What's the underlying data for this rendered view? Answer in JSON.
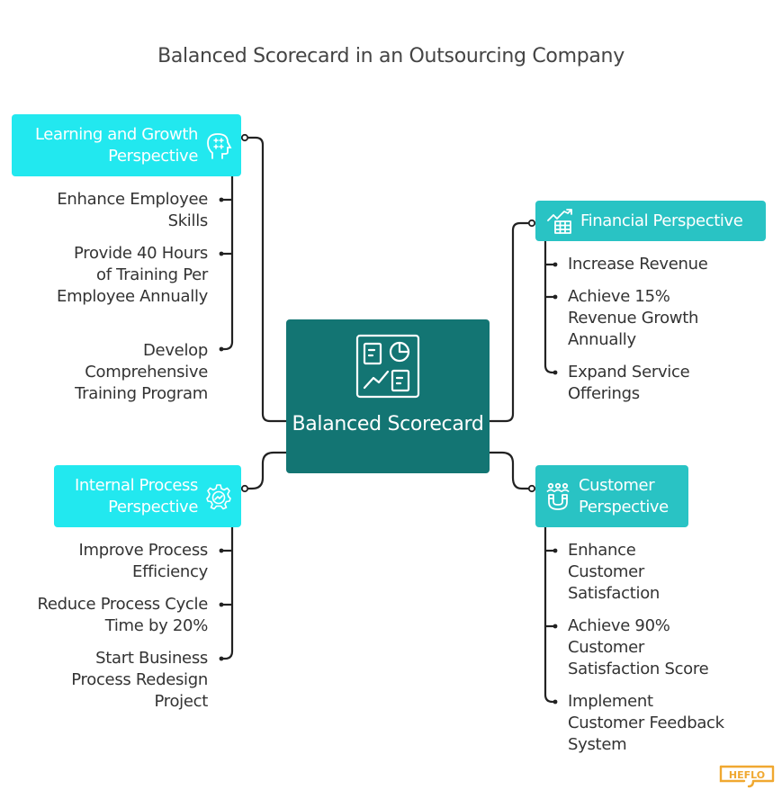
{
  "title": "Balanced Scorecard in an Outsourcing Company",
  "center": {
    "label": "Balanced Scorecard",
    "icon": "scorecard-dashboard-icon"
  },
  "perspectives": {
    "learning": {
      "label": "Learning and Growth Perspective",
      "icon": "brain-head-icon",
      "items": [
        "Enhance Employee Skills",
        "Provide 40 Hours of Training Per Employee Annually",
        "Develop Comprehensive Training Program"
      ]
    },
    "financial": {
      "label": "Financial Perspective",
      "icon": "financial-chart-icon",
      "items": [
        "Increase Revenue",
        "Achieve 15% Revenue Growth Annually",
        "Expand Service Offerings"
      ]
    },
    "internal": {
      "label": "Internal Process Perspective",
      "icon": "gear-icon",
      "items": [
        "Improve Process Efficiency",
        "Reduce Process Cycle Time by 20%",
        "Start Business Process Redesign Project"
      ]
    },
    "customer": {
      "label": "Customer Perspective",
      "icon": "customer-magnet-icon",
      "items": [
        "Enhance Customer Satisfaction",
        "Achieve 90% Customer Satisfaction Score",
        "Implement Customer Feedback System"
      ]
    }
  },
  "brand": {
    "logo_text": "HEFLO",
    "logo_color": "#f0a830"
  },
  "colors": {
    "center": "#137573",
    "cyan": "#22e8ef",
    "teal": "#29c3c4",
    "text": "#333333",
    "title": "#444444"
  }
}
